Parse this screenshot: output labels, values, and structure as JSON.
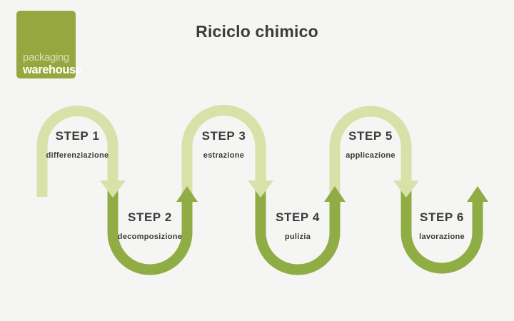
{
  "title": "Riciclo chimico",
  "logo": {
    "line1": "packaging",
    "line2": "warehouse"
  },
  "colors": {
    "background": "#f5f5f4",
    "light_green": "#d9e1a8",
    "dark_green": "#90ad45",
    "logo_green": "#97a73f",
    "text_dark": "#3b3b3b"
  },
  "steps": [
    {
      "title": "STEP 1",
      "label": "differenziazione"
    },
    {
      "title": "STEP 2",
      "label": "decomposizione"
    },
    {
      "title": "STEP 3",
      "label": "estrazione"
    },
    {
      "title": "STEP 4",
      "label": "pulizia"
    },
    {
      "title": "STEP 5",
      "label": "applicazione"
    },
    {
      "title": "STEP 6",
      "label": "lavorazione"
    }
  ]
}
